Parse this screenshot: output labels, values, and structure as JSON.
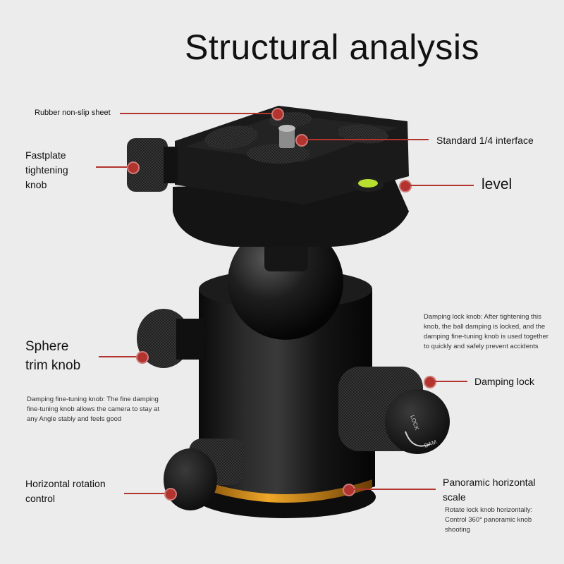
{
  "title": "Structural analysis",
  "labels": {
    "rubber": "Rubber non-slip sheet",
    "fastplate": [
      "Fastplate",
      "tightening",
      "knob"
    ],
    "interface": "Standard 1/4 interface",
    "level": "level",
    "sphere": [
      "Sphere",
      "trim knob"
    ],
    "damping_lock": "Damping lock",
    "horizontal_rotation": [
      "Horizontal rotation",
      "control"
    ],
    "panoramic": [
      "Panoramic horizontal",
      "scale"
    ]
  },
  "notes": {
    "damping_lock": [
      "Damping lock knob: After tightening this",
      "knob, the ball damping is locked, and the",
      "damping fine-tuning knob is used together",
      "to quickly and safely prevent accidents"
    ],
    "damping_fine": [
      "Damping fine-tuning knob: The fine damping",
      "fine-tuning knob allows the camera to stay at",
      "any Angle stably and feels good"
    ],
    "rotate": [
      "Rotate lock knob horizontally:",
      "Control 360° panoramic knob",
      "shooting"
    ]
  },
  "knob_text": {
    "lock": "LOCK",
    "dam": "DAM"
  },
  "colors": {
    "accent": "#b3332f",
    "ring": "#e0a020",
    "body": "#151515",
    "bubble": "#b8e030"
  }
}
